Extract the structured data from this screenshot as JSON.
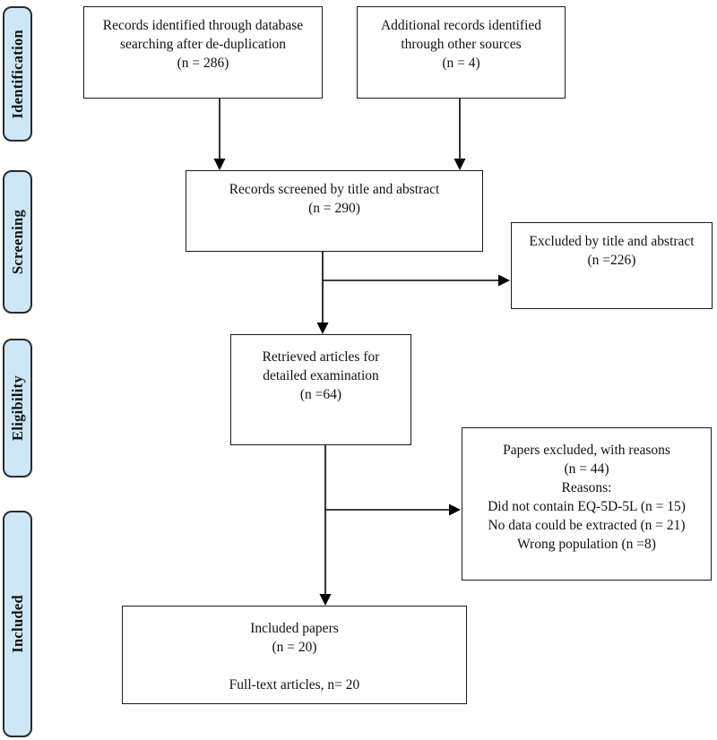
{
  "stages": [
    {
      "label": "Identification"
    },
    {
      "label": "Screening"
    },
    {
      "label": "Eligibility"
    },
    {
      "label": "Included"
    }
  ],
  "boxes": {
    "identified_database": {
      "lines": [
        "Records identified through database",
        "searching after de-duplication",
        "(n = 286)"
      ]
    },
    "additional_sources": {
      "lines": [
        "Additional records identified",
        "through other sources",
        "(n = 4)"
      ]
    },
    "screened": {
      "lines": [
        "Records screened by title and abstract",
        "(n = 290)"
      ]
    },
    "excluded_title_abstract": {
      "lines": [
        "Excluded by title and abstract",
        "(n =226)"
      ]
    },
    "retrieved": {
      "lines": [
        "Retrieved articles for",
        "detailed examination",
        "(n =64)"
      ]
    },
    "papers_excluded": {
      "lines": [
        "Papers excluded, with reasons",
        "(n = 44)",
        "Reasons:",
        "Did not contain EQ-5D-5L (n = 15)",
        "No data could be extracted (n = 21)",
        "Wrong population (n =8)"
      ]
    },
    "included_papers": {
      "lines": [
        "Included papers",
        "(n = 20)",
        "",
        "Full-text articles, n= 20"
      ]
    }
  },
  "colors": {
    "stage_fill": "#cde7f8",
    "stage_border": "#2b2b2b",
    "box_border": "#1a1a1a",
    "arrow": "#000000"
  }
}
